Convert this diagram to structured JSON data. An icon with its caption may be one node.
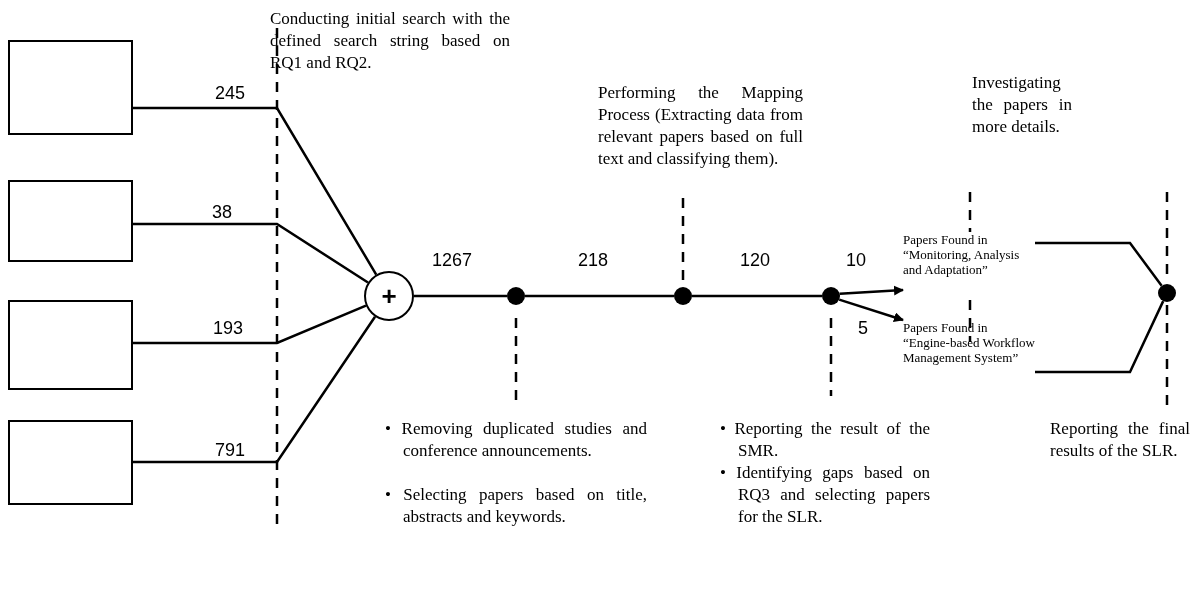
{
  "diagram": {
    "nodes": [
      {
        "text": [],
        "shape": "box"
      },
      {
        "text": [],
        "shape": "box"
      },
      {
        "text": [],
        "shape": "box"
      },
      {
        "text": [],
        "shape": "box"
      },
      {
        "text": [
          "+"
        ]
      },
      {
        "text": [],
        "shape": "circle"
      },
      {
        "text": [],
        "shape": "circle"
      },
      {
        "text": [],
        "shape": "circle"
      },
      {
        "text": [
          "Papers Found in “Monitoring, Analysis and Adaptation”"
        ]
      },
      {
        "text": [
          "Papers Found in “Engine-based Workflow Management System”"
        ]
      },
      {
        "text": [],
        "shape": "circle"
      }
    ],
    "edges": [
      {
        "from": 0,
        "to": 4,
        "arrow": "none",
        "label": "245"
      },
      {
        "from": 1,
        "to": 4,
        "arrow": "none",
        "label": "38"
      },
      {
        "from": 2,
        "to": 4,
        "arrow": "none",
        "label": "193"
      },
      {
        "from": 3,
        "to": 4,
        "arrow": "none",
        "label": "791"
      },
      {
        "from": 4,
        "to": 5,
        "arrow": "none",
        "label": "1267"
      },
      {
        "from": 5,
        "to": 6,
        "arrow": "none",
        "label": "218"
      },
      {
        "from": 6,
        "to": 7,
        "arrow": "none",
        "label": "120"
      },
      {
        "from": 7,
        "to": 8,
        "arrow": "to",
        "label": "10"
      },
      {
        "from": 7,
        "to": 9,
        "arrow": "to",
        "label": "5"
      },
      {
        "from": 8,
        "to": 10,
        "arrow": "none"
      },
      {
        "from": 9,
        "to": 10,
        "arrow": "none"
      }
    ],
    "labels": [
      "Conducting initial search with the defined search string based on RQ1 and RQ2.",
      "Performing the Mapping Process (Extracting data from relevant papers based on full text and classifying them).",
      "Investigating the papers in more details.",
      "• Removing duplicated studies and conference announcements.",
      "• Selecting papers based on title, abstracts and keywords.",
      "• Reporting the result of the SMR.",
      "• Identifying gaps based on RQ3 and selecting papers for the SLR.",
      "Reporting the final results of the SLR."
    ]
  }
}
